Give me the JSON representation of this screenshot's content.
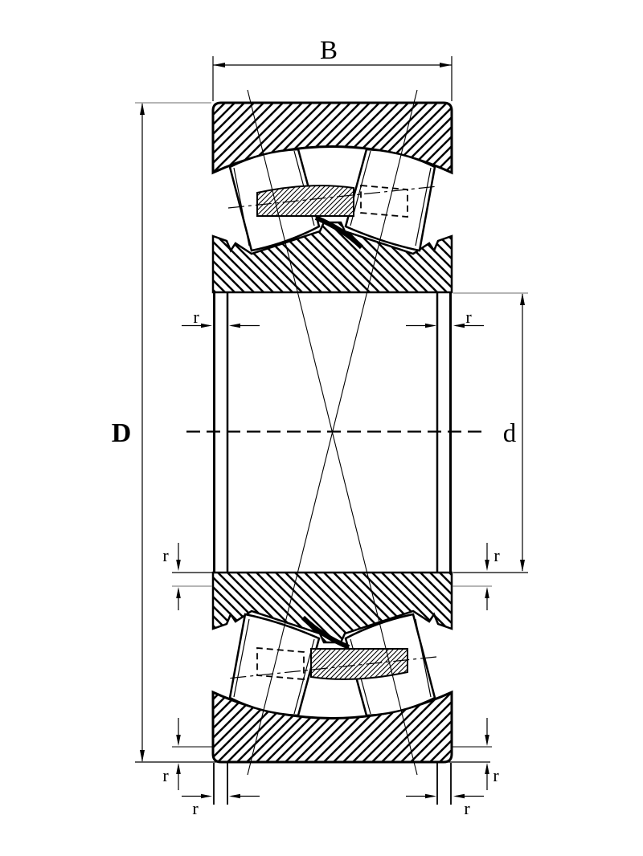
{
  "drawing": {
    "kind": "bearing-cross-section",
    "description": "Spherical roller bearing section with dimension callouts",
    "labels": {
      "width": "B",
      "outer_diameter": "D",
      "bore_diameter": "d",
      "chamfer": "r"
    },
    "colors": {
      "line": "#000000",
      "extension_gray": "#8a8a8a",
      "background": "#ffffff"
    }
  }
}
